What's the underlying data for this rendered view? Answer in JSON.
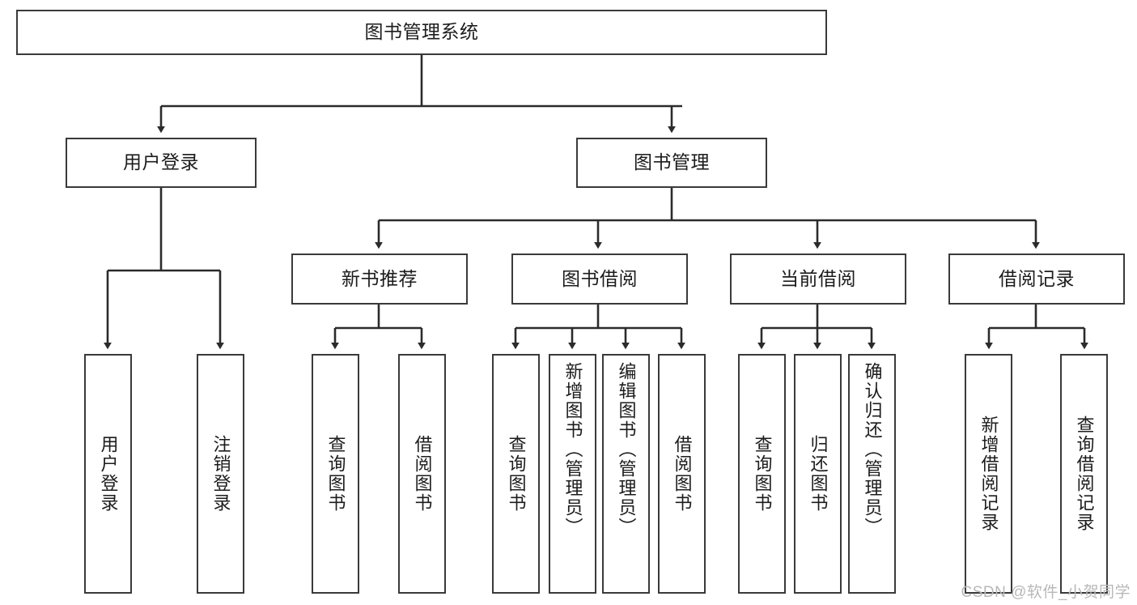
{
  "diagram": {
    "title": "图书管理系统",
    "type": "tree",
    "colors": {
      "box_border": "#3a3a3a",
      "box_fill": "#ffffff",
      "connector": "#2b2b2b",
      "text": "#1c1c1c",
      "watermark": "#b8b8b8"
    },
    "root": {
      "label": "图书管理系统"
    },
    "level1": [
      {
        "label": "用户登录"
      },
      {
        "label": "图书管理"
      }
    ],
    "level2": [
      {
        "label": "新书推荐"
      },
      {
        "label": "图书借阅"
      },
      {
        "label": "当前借阅"
      },
      {
        "label": "借阅记录"
      }
    ],
    "leaves": {
      "user_login": [
        {
          "label": "用户登录"
        },
        {
          "label": "注销登录"
        }
      ],
      "new_book": [
        {
          "label": "查询图书"
        },
        {
          "label": "借阅图书"
        }
      ],
      "borrow_book": [
        {
          "label": "查询图书"
        },
        {
          "label": "新增图书（管理员）"
        },
        {
          "label": "编辑图书（管理员）"
        },
        {
          "label": "借阅图书"
        }
      ],
      "current_borrow": [
        {
          "label": "查询图书"
        },
        {
          "label": "归还图书"
        },
        {
          "label": "确认归还（管理员）"
        }
      ],
      "borrow_record": [
        {
          "label": "新增借阅记录"
        },
        {
          "label": "查询借阅记录"
        }
      ]
    },
    "watermark": "CSDN @软件_小贺同学"
  }
}
